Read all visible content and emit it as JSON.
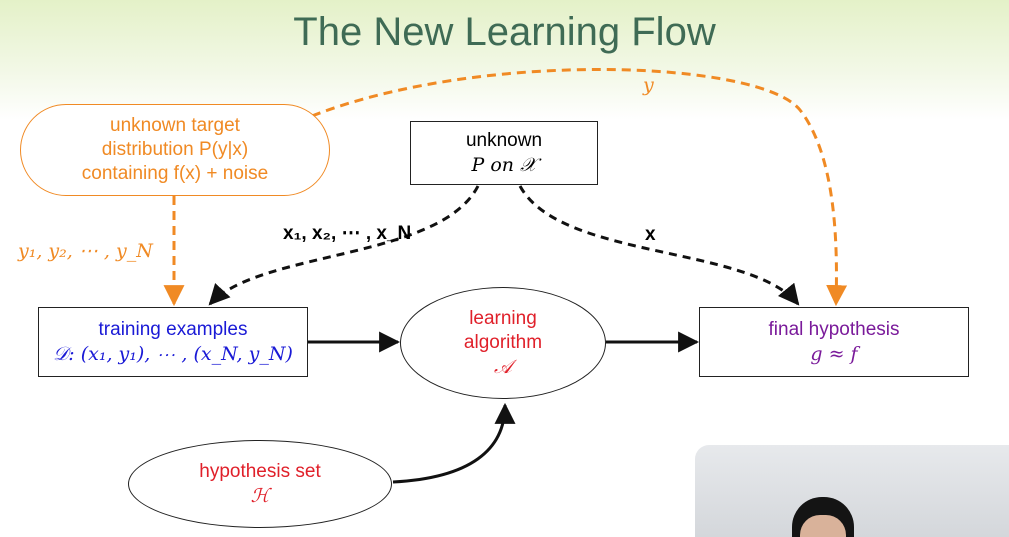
{
  "title": "The New Learning Flow",
  "nodes": {
    "target": {
      "line1": "unknown target",
      "line2": "distribution P(y|x)",
      "line3": "containing f(x) + noise"
    },
    "input_dist": {
      "line1": "unknown",
      "line2": "P on 𝒳"
    },
    "training": {
      "line1": "training examples",
      "line2": "𝒟: (x₁, y₁), ⋯ , (x_N, y_N)"
    },
    "algorithm": {
      "line1": "learning",
      "line2": "algorithm",
      "line3": "𝒜"
    },
    "final": {
      "line1": "final hypothesis",
      "line2": "g ≈ f"
    },
    "hypset": {
      "line1": "hypothesis set",
      "line2": "ℋ"
    }
  },
  "edge_labels": {
    "y": "y",
    "ys": "y₁, y₂, ⋯ , y_N",
    "xs": "x₁, x₂, ⋯ , x_N",
    "x": "x"
  },
  "colors": {
    "title": "#3f6b55",
    "orange": "#f08a24",
    "blue": "#1a1ad6",
    "red": "#e0202a",
    "purple": "#7a1a9a",
    "black": "#111111"
  }
}
